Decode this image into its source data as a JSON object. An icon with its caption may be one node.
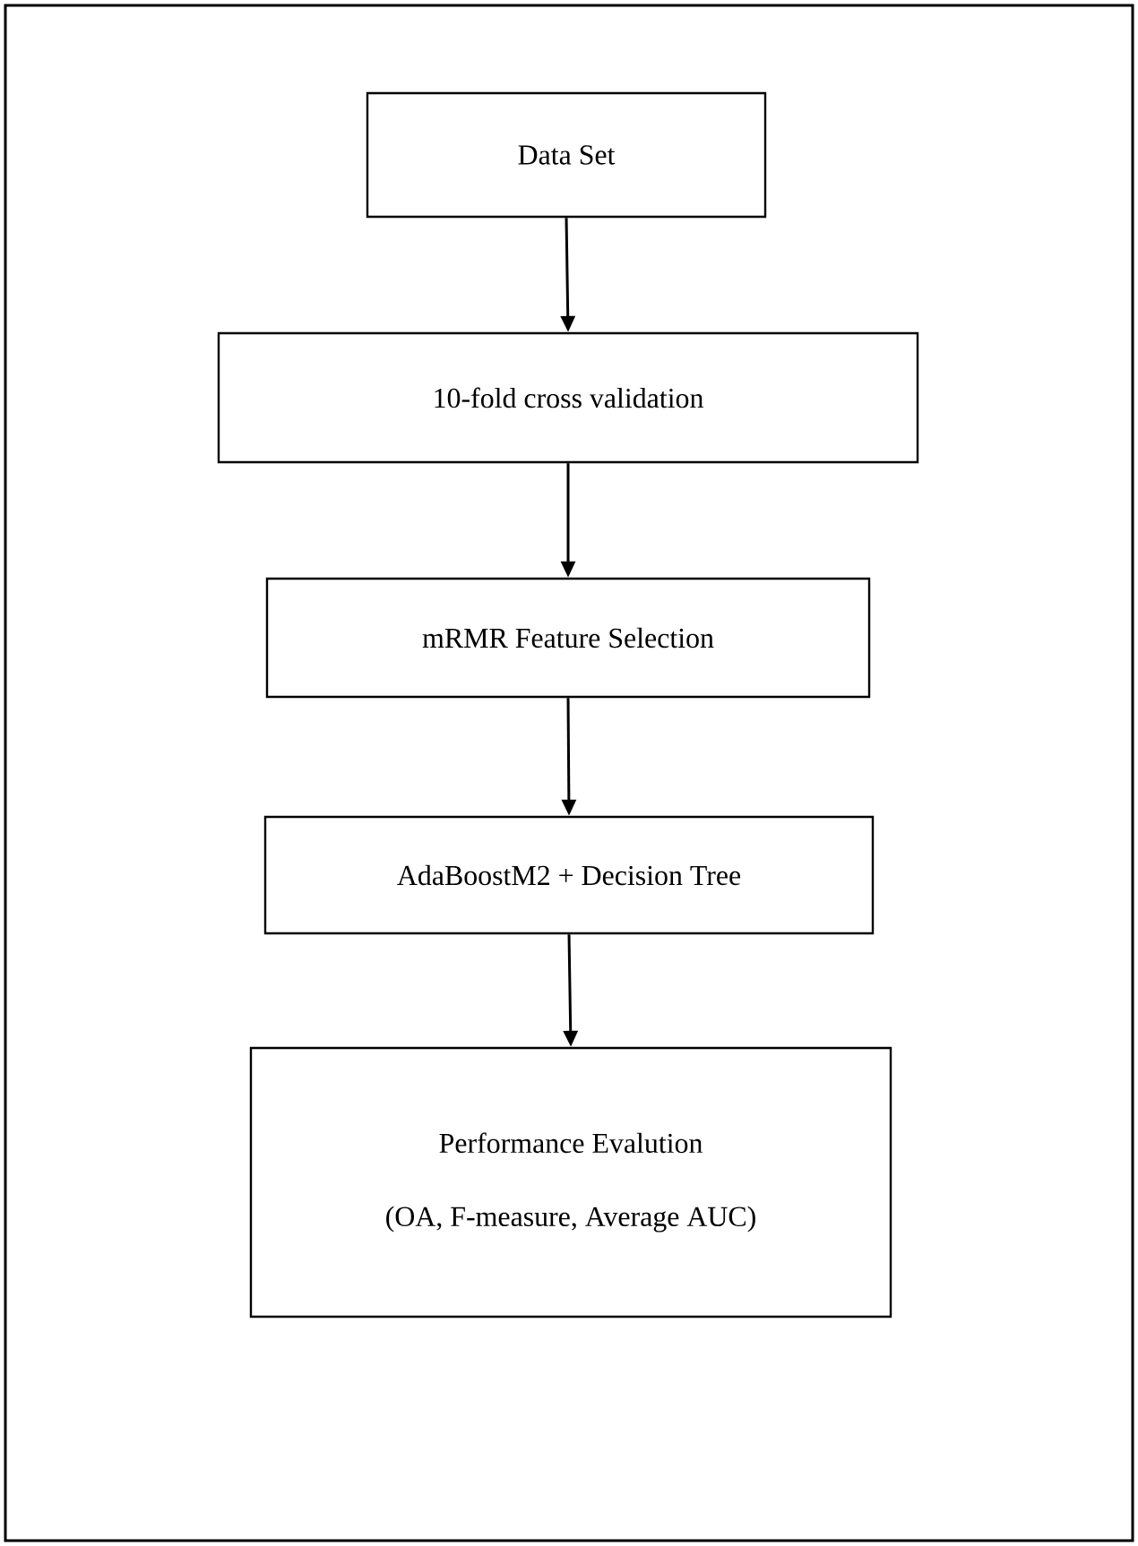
{
  "diagram": {
    "nodes": [
      {
        "text": [
          "Data Set"
        ]
      },
      {
        "text": [
          "10-fold cross validation"
        ]
      },
      {
        "text": [
          "mRMR Feature Selection"
        ]
      },
      {
        "text": [
          "AdaBoostM2 + Decision Tree"
        ]
      },
      {
        "text": [
          "Performance Evalution",
          "(OA, F-measure, Average AUC)"
        ]
      }
    ],
    "edges": [
      {
        "from": 0,
        "to": 1,
        "arrow": "to"
      },
      {
        "from": 1,
        "to": 2,
        "arrow": "to"
      },
      {
        "from": 2,
        "to": 3,
        "arrow": "to"
      },
      {
        "from": 3,
        "to": 4,
        "arrow": "to"
      }
    ]
  }
}
